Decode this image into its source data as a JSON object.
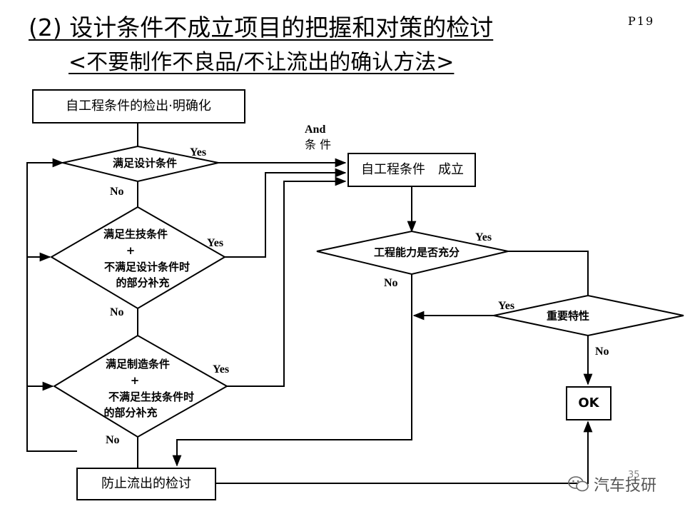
{
  "header": {
    "title": "(2) 设计条件不成立项目的把握和对策的检讨",
    "subtitle": "<不要制作不良品/不让流出的确认方法>",
    "page_number": "P19"
  },
  "flow": {
    "box_start": "自工程条件的检出·明确化",
    "diamond1": "满足设计条件",
    "diamond2": [
      "满足生技条件",
      "+",
      "不满足设计条件时",
      "的部分补充"
    ],
    "diamond3": [
      "满足制造条件",
      "+",
      "不满足生技条件时",
      "的部分补充"
    ],
    "box_established": "自工程条件　成立",
    "diamond_capability": "工程能力是否充分",
    "diamond_important": "重要特性",
    "box_ok": "OK",
    "box_prevent": "防止流出的检讨",
    "and_label": "And",
    "and_label_cn": "条 件",
    "yes": "Yes",
    "no": "No"
  },
  "watermark": {
    "text": "汽车技研",
    "icon": "wechat-icon",
    "slide_number": "35"
  }
}
